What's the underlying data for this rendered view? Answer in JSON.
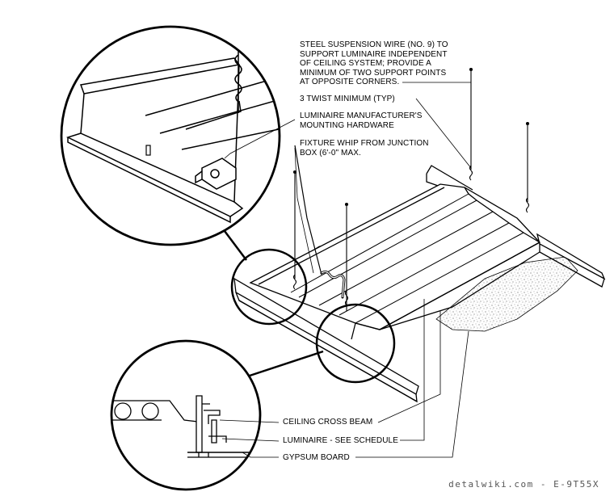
{
  "notes": {
    "suspension_wire": [
      "STEEL SUSPENSION WIRE (NO. 9) TO",
      "SUPPORT LUMINAIRE INDEPENDENT",
      "OF CEILING SYSTEM; PROVIDE A",
      "MINIMUM OF TWO SUPPORT POINTS",
      "AT OPPOSITE CORNERS."
    ],
    "twist_minimum": "3 TWIST MINIMUM (TYP)",
    "mounting_hardware": [
      "LUMINAIRE MANUFACTURER'S",
      "MOUNTING HARDWARE"
    ],
    "fixture_whip": [
      "FIXTURE WHIP FROM JUNCTION",
      "BOX (6'-0\" MAX."
    ],
    "ceiling_cross_beam": "CEILING CROSS BEAM",
    "luminaire": "LUMINAIRE - SEE SCHEDULE",
    "gypsum_board": "GYPSUM BOARD"
  },
  "watermark": "detalwiki.com - E-9T55X"
}
